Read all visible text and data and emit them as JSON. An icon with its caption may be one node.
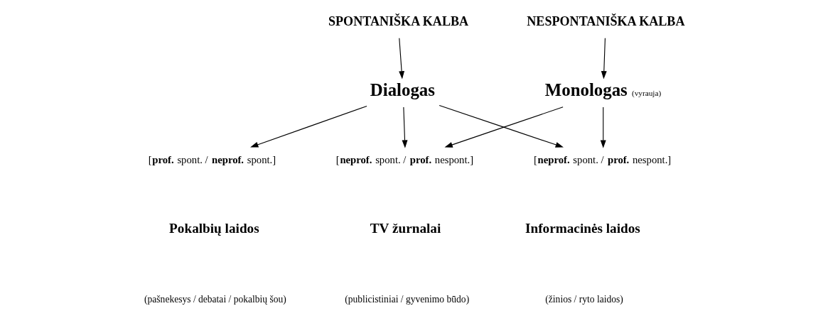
{
  "diagram": {
    "nodes": [
      {
        "text": [
          "SPONTANIŠKA KALBA"
        ]
      },
      {
        "text": [
          "NESPONTANIŠKA KALBA"
        ]
      },
      {
        "text": [
          "Dialogas"
        ]
      },
      {
        "text": [
          "Monologas"
        ],
        "beside": [
          "(vyrauja)"
        ]
      },
      {
        "text": [
          "[**prof.** spont. / **neprof.** spont.]"
        ]
      },
      {
        "text": [
          "[**neprof.** spont. / **prof.** nespont.]"
        ]
      },
      {
        "text": [
          "[**neprof.** spont. / **prof.** nespont.]"
        ]
      }
    ],
    "edges": [
      {
        "from": 0,
        "to": 2,
        "arrow": "to"
      },
      {
        "from": 1,
        "to": 3,
        "arrow": "to"
      },
      {
        "from": 2,
        "to": 4,
        "arrow": "to"
      },
      {
        "from": 2,
        "to": 5,
        "arrow": "to"
      },
      {
        "from": 2,
        "to": 6,
        "arrow": "to"
      },
      {
        "from": 3,
        "to": 5,
        "arrow": "to"
      },
      {
        "from": 3,
        "to": 6,
        "arrow": "to"
      }
    ],
    "labels": [
      "Pokalbių laidos",
      "(pašnekesys / debatai / pokalbių šou)",
      "TV žurnalai",
      "(publicistiniai / gyvenimo būdo)",
      "Informacinės laidos",
      "(žinios / ryto laidos)"
    ]
  }
}
